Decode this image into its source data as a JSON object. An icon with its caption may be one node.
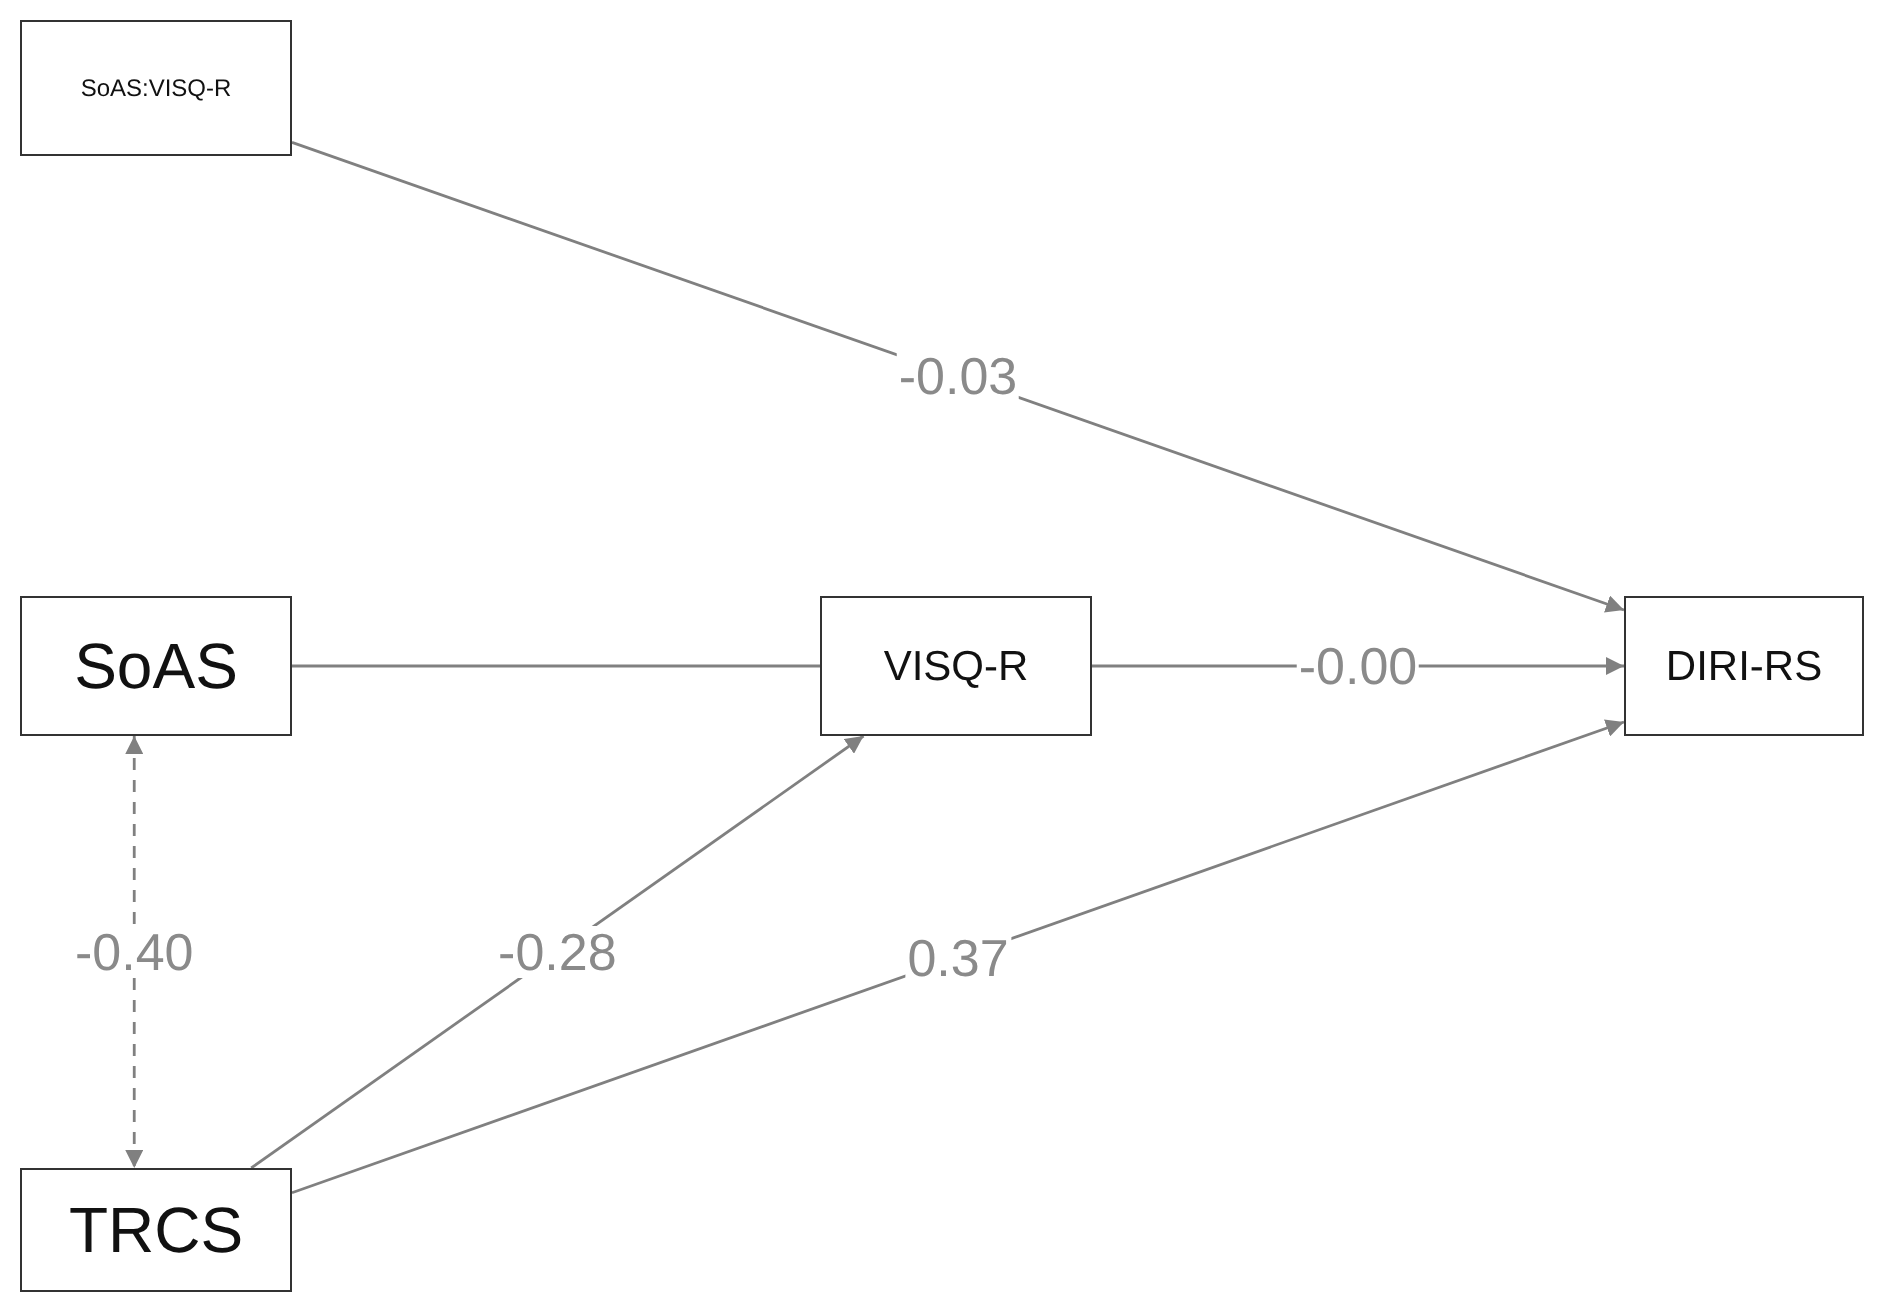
{
  "diagram": {
    "nodes": [
      {
        "text": [
          "SoAS:VISQ-R"
        ]
      },
      {
        "text": [
          "SoAS"
        ]
      },
      {
        "text": [
          "VISQ-R"
        ]
      },
      {
        "text": [
          "DIRI-RS"
        ]
      },
      {
        "text": [
          "TRCS"
        ]
      }
    ],
    "edges": [
      {
        "from": 0,
        "to": 3,
        "arrow": "to",
        "label": "-0.03"
      },
      {
        "from": 1,
        "to": 2,
        "arrow": "none"
      },
      {
        "from": 2,
        "to": 3,
        "arrow": "to",
        "label": "-0.00"
      },
      {
        "from": 4,
        "to": 2,
        "arrow": "to",
        "label": "-0.28"
      },
      {
        "from": 4,
        "to": 3,
        "arrow": "to",
        "label": "0.37"
      },
      {
        "from": 1,
        "to": 4,
        "arrow": "both",
        "label": "-0.40",
        "style": "dashed"
      }
    ]
  }
}
